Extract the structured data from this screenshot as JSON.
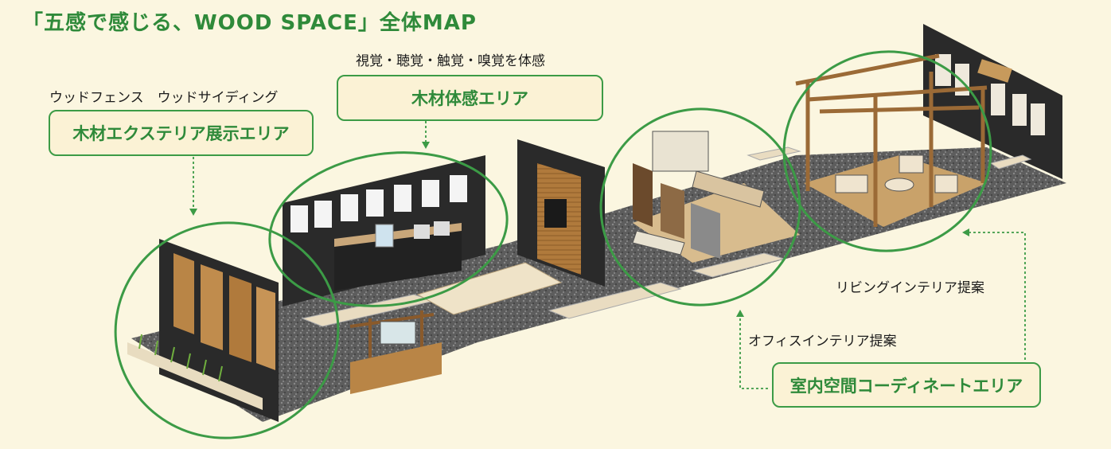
{
  "title": "「五感で感じる、WOOD SPACE」全体MAP",
  "captions": {
    "senses": "視覚・聴覚・触覚・嗅覚を体感",
    "fence": "ウッドフェンス　ウッドサイディング",
    "living": "リビングインテリア提案",
    "office": "オフィスインテリア提案"
  },
  "areas": {
    "exterior": "木材エクステリア展示エリア",
    "wood_experience": "木材体感エリア",
    "interior": "室内空間コーディネートエリア"
  },
  "colors": {
    "accent": "#3c9b46",
    "background": "#fbf6e0",
    "label_bg": "#fbf2d5"
  }
}
